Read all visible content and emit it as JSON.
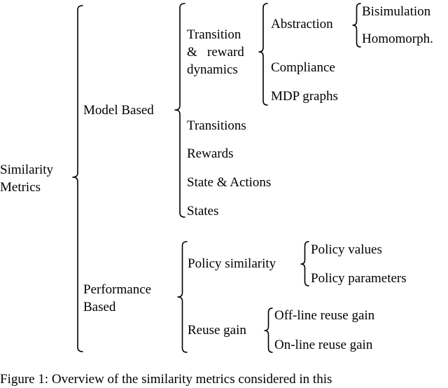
{
  "root": {
    "line1": "Similarity",
    "line2": "Metrics"
  },
  "model_based": {
    "label": "Model Based",
    "transition_reward": {
      "line1": "Transition",
      "line2": "&   reward",
      "line3": "dynamics"
    },
    "abstraction": "Abstraction",
    "bisimulation": "Bisimulation",
    "homomorph": "Homomorph.",
    "compliance": "Compliance",
    "mdp_graphs": "MDP graphs",
    "transitions": "Transitions",
    "rewards": "Rewards",
    "state_actions": "State & Actions",
    "states": "States"
  },
  "performance_based": {
    "line1": "Performance",
    "line2": "Based",
    "policy_similarity": "Policy similarity",
    "policy_values": "Policy values",
    "policy_parameters": "Policy parameters",
    "reuse_gain": "Reuse gain",
    "offline_reuse_gain": "Off-line reuse gain",
    "online_reuse_gain": "On-line reuse gain"
  },
  "caption": "Figure 1: Overview of the similarity metrics considered in this"
}
